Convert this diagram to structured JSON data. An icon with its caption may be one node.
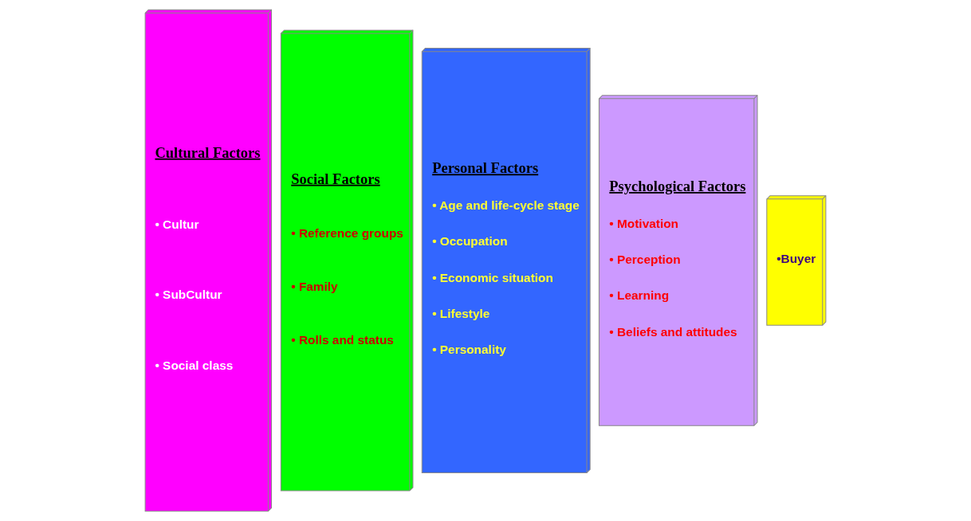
{
  "diagram": {
    "nodes": [
      {
        "text": [
          "Cultural Factors",
          "• Cultur",
          "• SubCultur",
          "• Social class"
        ]
      },
      {
        "text": [
          "Social Factors",
          "• Reference groups",
          "• Family",
          "• Rolls and status"
        ]
      },
      {
        "text": [
          "Personal Factors",
          "• Age and life-cycle stage",
          "• Occupation",
          "• Economic situation",
          "• Lifestyle",
          "• Personality"
        ]
      },
      {
        "text": [
          "Psychological Factors",
          "• Motivation",
          "• Perception",
          "• Learning",
          "• Beliefs and attitudes"
        ]
      },
      {
        "text": [
          "•Buyer"
        ]
      }
    ]
  }
}
